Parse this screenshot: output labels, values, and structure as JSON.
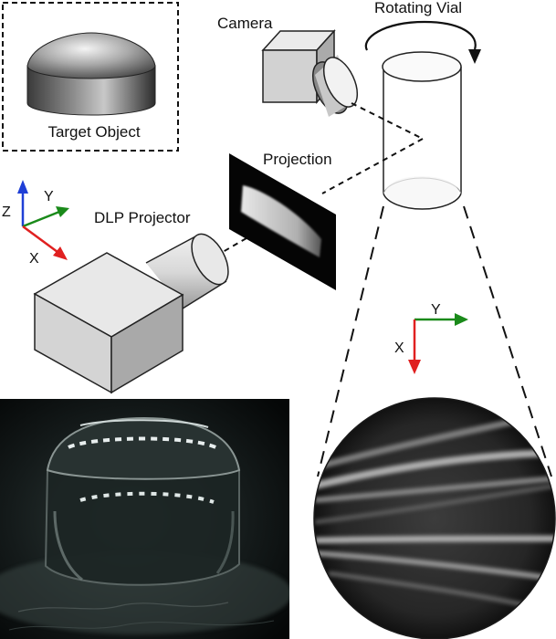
{
  "labels": {
    "target_object": "Target Object",
    "camera": "Camera",
    "rotating_vial": "Rotating Vial",
    "projection": "Projection",
    "dlp_projector": "DLP Projector"
  },
  "axes_left": {
    "x": "X",
    "y": "Y",
    "z": "Z"
  },
  "axes_right": {
    "x": "X",
    "y": "Y"
  },
  "colors": {
    "x_axis": "#e02020",
    "y_axis": "#1a8a1a",
    "z_axis": "#1f3fd6",
    "box_front": "#d4d4d4",
    "box_side": "#a9a9a9",
    "box_top": "#e8e8e8"
  }
}
